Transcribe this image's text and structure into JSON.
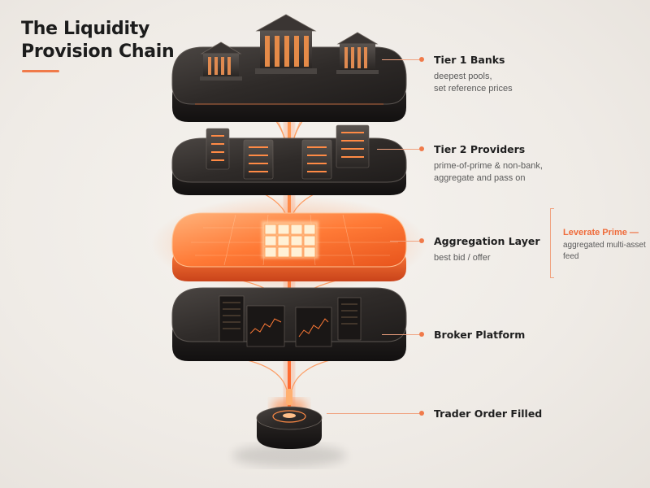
{
  "title": {
    "line1": "The Liquidity",
    "line2": "Provision Chain"
  },
  "tiers": [
    {
      "name": "Tier 1 Banks",
      "desc_line1": "deepest pools,",
      "desc_line2": "set reference prices"
    },
    {
      "name": "Tier 2 Providers",
      "desc_line1": "prime-of-prime & non-bank,",
      "desc_line2": "aggregate and pass on"
    },
    {
      "name": "Aggregation Layer",
      "desc_line1": "best bid / offer",
      "desc_line2": ""
    },
    {
      "name": "Broker Platform",
      "desc_line1": "",
      "desc_line2": ""
    },
    {
      "name": "Trader Order Filled",
      "desc_line1": "",
      "desc_line2": ""
    }
  ],
  "callout": {
    "highlight": "Leverate Prime —",
    "note_line1": "aggregated multi-asset",
    "note_line2": "feed"
  },
  "colors": {
    "accent": "#f07a4a",
    "glow": "#ff6a2a",
    "platform_dark": "#2b2826",
    "background": "#efebe6"
  }
}
